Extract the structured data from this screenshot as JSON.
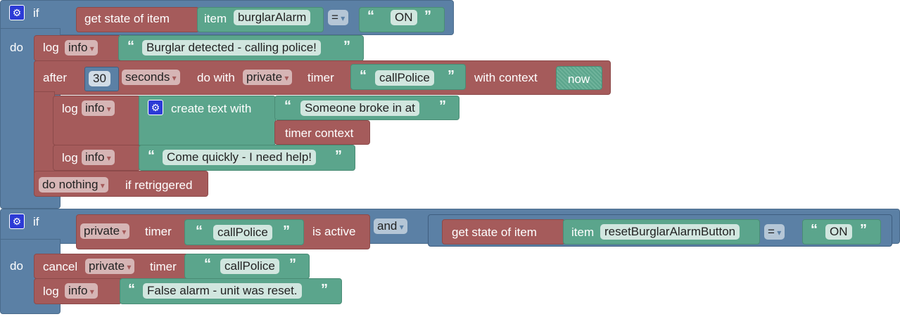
{
  "colors": {
    "logic": "#5b80a5",
    "action": "#a55b5b",
    "text": "#5ba58c",
    "mutator": "#2c3bd6"
  },
  "block1": {
    "if_label": "if",
    "do_label": "do",
    "condition": {
      "get_state": "get state of item",
      "item_label": "item",
      "item_name": "burglarAlarm",
      "operator": "=",
      "value": "ON"
    },
    "log1": {
      "label": "log",
      "level": "info",
      "message": "Burglar detected - calling police!"
    },
    "after": {
      "label": "after",
      "amount": "30",
      "unit": "seconds",
      "do_with": "do with",
      "scope": "private",
      "timer_label": "timer",
      "timer_name": "callPolice",
      "with_context": "with context",
      "context": "now",
      "log2": {
        "label": "log",
        "level": "info",
        "create_text": "create text with",
        "part1": "Someone broke in at",
        "part2": "timer context"
      },
      "log3": {
        "label": "log",
        "level": "info",
        "message": "Come quickly - I need help!"
      },
      "retrigger": "do nothing",
      "retrigger_suffix": "if retriggered"
    }
  },
  "block2": {
    "if_label": "if",
    "do_label": "do",
    "timer_check": {
      "scope": "private",
      "timer_label": "timer",
      "timer_name": "callPolice",
      "is_active": "is active"
    },
    "and": "and",
    "condition": {
      "get_state": "get state of item",
      "item_label": "item",
      "item_name": "resetBurglarAlarmButton",
      "operator": "=",
      "value": "ON"
    },
    "cancel": {
      "label": "cancel",
      "scope": "private",
      "timer_label": "timer",
      "timer_name": "callPolice"
    },
    "log": {
      "label": "log",
      "level": "info",
      "message": "False alarm - unit was reset."
    }
  }
}
